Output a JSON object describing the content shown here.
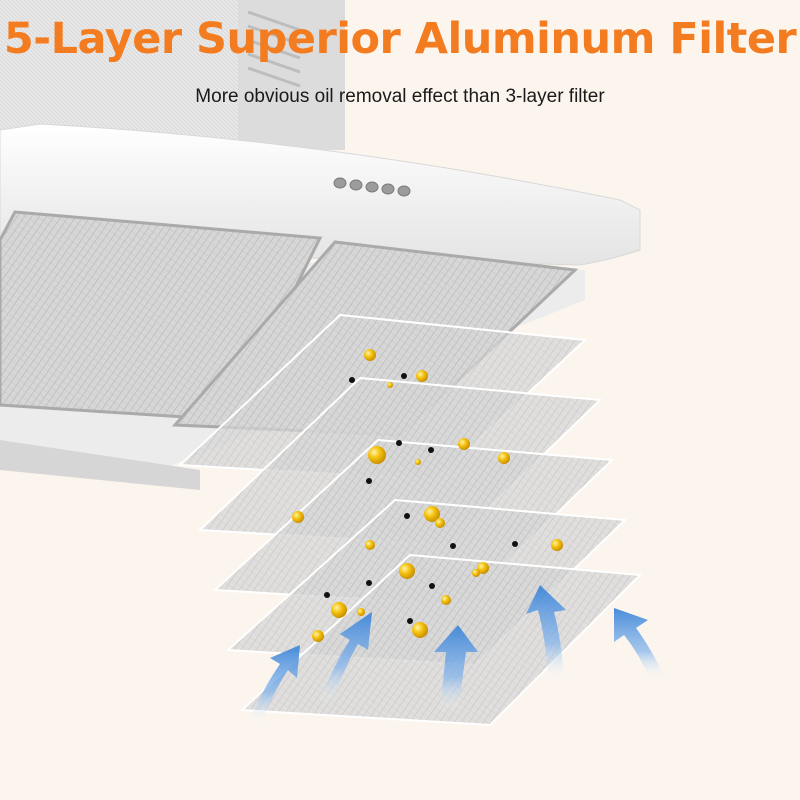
{
  "headline": "5-Layer Superior Aluminum Filter",
  "subheadline": "More obvious oil removal effect than 3-layer filter",
  "colors": {
    "accent": "#f47c20",
    "background": "#fbf5ee",
    "hood_body": "#f1f1f1",
    "filter_mesh": "#c9c9c9",
    "oil_particle": "#f2b705",
    "dust_particle": "#111111",
    "airflow_arrow": "#4a90e2"
  },
  "icons": [
    "range-hood",
    "aluminum-mesh-filter",
    "oil-droplet",
    "dust-particle",
    "airflow-arrow"
  ],
  "filter_layer_count": 5
}
